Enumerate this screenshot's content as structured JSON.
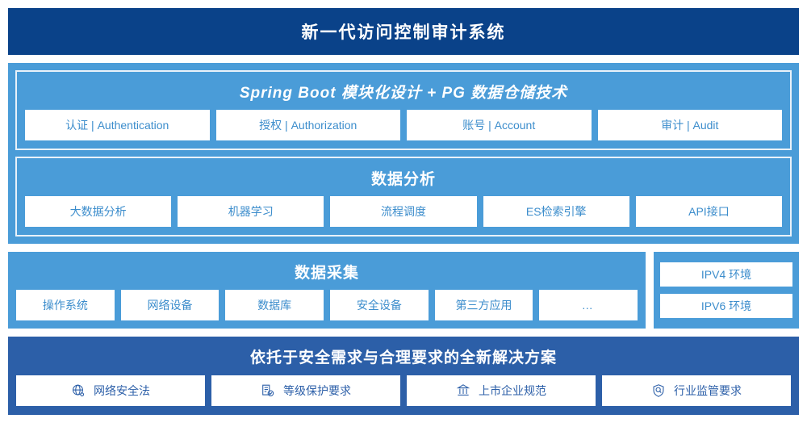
{
  "header": {
    "title": "新一代访问控制审计系统",
    "bg_color": "#0A4289"
  },
  "platform": {
    "bg_color": "#4A9CD8",
    "groups": [
      {
        "title": "Spring Boot 模块化设计 + PG 数据仓储技术",
        "italic": true,
        "cards": [
          {
            "label": "认证 | Authentication"
          },
          {
            "label": "授权 | Authorization"
          },
          {
            "label": "账号 | Account"
          },
          {
            "label": "审计 | Audit"
          }
        ]
      },
      {
        "title": "数据分析",
        "italic": false,
        "cards": [
          {
            "label": "大数据分析"
          },
          {
            "label": "机器学习"
          },
          {
            "label": "流程调度"
          },
          {
            "label": "ES检索引擎"
          },
          {
            "label": "API接口"
          }
        ]
      }
    ]
  },
  "collection": {
    "bg_color": "#4A9CD8",
    "title": "数据采集",
    "cards": [
      {
        "label": "操作系统"
      },
      {
        "label": "网络设备"
      },
      {
        "label": "数据库"
      },
      {
        "label": "安全设备"
      },
      {
        "label": "第三方应用"
      },
      {
        "label": "…"
      }
    ]
  },
  "environment": {
    "bg_color": "#4A9CD8",
    "items": [
      {
        "label": "IPV4 环境"
      },
      {
        "label": "IPV6 环境"
      }
    ]
  },
  "solution": {
    "bg_color": "#2C5FA8",
    "title": "依托于安全需求与合理要求的全新解决方案",
    "text_color": "#2C5FA8",
    "cards": [
      {
        "label": "网络安全法",
        "icon": "globe-icon"
      },
      {
        "label": "等级保护要求",
        "icon": "document-check-icon"
      },
      {
        "label": "上市企业规范",
        "icon": "bank-icon"
      },
      {
        "label": "行业监管要求",
        "icon": "shield-search-icon"
      }
    ]
  },
  "theme": {
    "card_bg": "#ffffff",
    "card_text": "#3C8DCC",
    "frame_border": "#E9F2FA"
  }
}
